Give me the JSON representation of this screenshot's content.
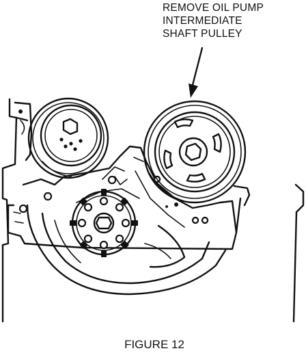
{
  "callout": {
    "lines": [
      "REMOVE OIL PUMP",
      "INTERMEDIATE",
      "SHAFT PULLEY"
    ]
  },
  "caption": "FIGURE 12",
  "colors": {
    "ink": "#111111",
    "paper": "#ffffff"
  }
}
